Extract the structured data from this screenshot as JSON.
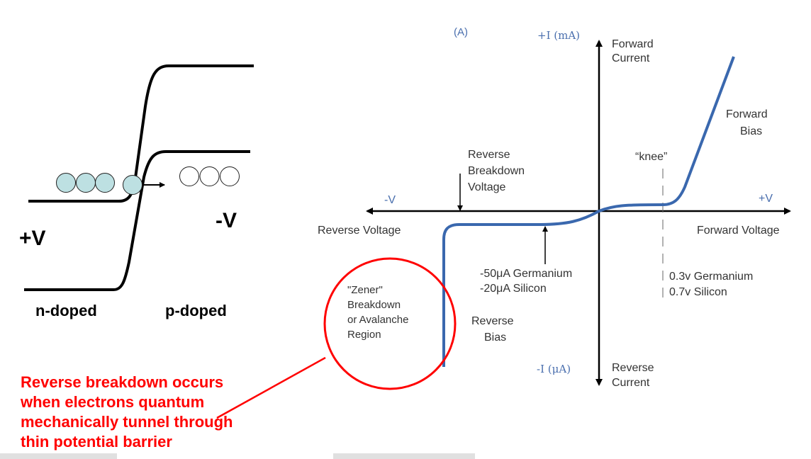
{
  "band_diagram": {
    "left_voltage": "+V",
    "right_voltage": "-V",
    "left_region": "n-doped",
    "right_region": "p-doped",
    "filled_electrons": 4,
    "empty_states": 3,
    "electron_color": "#bde0e2"
  },
  "annotation": {
    "lines": [
      "Reverse breakdown occurs",
      "when electrons quantum",
      "mechanically tunnel through",
      "thin potential barrier"
    ],
    "color": "#ff0000"
  },
  "iv_graph": {
    "panel_label": "(A)",
    "y_pos_label": "+I (mA)",
    "y_neg_label": "-I (μA)",
    "x_pos_label": "+V",
    "x_neg_label": "-V",
    "forward_current": [
      "Forward",
      "Current"
    ],
    "reverse_current": [
      "Reverse",
      "Current"
    ],
    "forward_voltage": "Forward Voltage",
    "reverse_voltage": "Reverse Voltage",
    "forward_bias": [
      "Forward",
      "Bias"
    ],
    "reverse_bias": [
      "Reverse",
      "Bias"
    ],
    "knee": "“knee”",
    "breakdown": [
      "Reverse",
      "Breakdown",
      "Voltage"
    ],
    "leakage": [
      "-50μA Germanium",
      "-20μA Silicon"
    ],
    "threshold": [
      "0.3v Germanium",
      "0.7v Silicon"
    ],
    "zener": [
      "\"Zener\"",
      "Breakdown",
      "or Avalanche",
      "Region"
    ],
    "curve_color": "#3a68ae",
    "label_color": "#4a6fae"
  }
}
